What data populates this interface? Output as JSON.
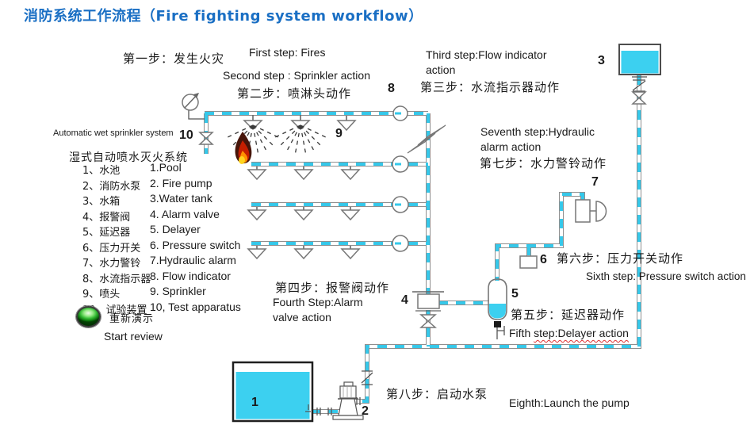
{
  "title": "消防系统工作流程（Fire fighting system workflow）",
  "colors": {
    "accent_blue": "#1a6fc4",
    "water_cyan": "#3cd0f0",
    "pipe_gray": "#8f8f8f"
  },
  "steps": {
    "s1_cn": "第一步：发生火灾",
    "s1_en": "First step: Fires",
    "s2_en": "Second step : Sprinkler action",
    "s2_cn": "第二步：喷淋头动作",
    "s3_en": "Third step:Flow indicator action",
    "s3_cn": "第三步：水流指示器动作",
    "s4_cn": "第四步：报警阀动作",
    "s4_en": "Fourth Step:Alarm valve action",
    "s5_cn": "第五步：延迟器动作",
    "s5_en_plain": "Fifth ",
    "s5_en_underlined": "step:Delayer action",
    "s6_cn": "第六步：压力开关动作",
    "s6_en": "Sixth step: Pressure switch action",
    "s7_en": "Seventh step:Hydraulic alarm action",
    "s7_cn": "第七步：水力警铃动作",
    "s8_cn": "第八步：启动水泵",
    "s8_en": "Eighth:Launch the pump"
  },
  "legend": {
    "system_en": "Automatic wet sprinkler system",
    "system_cn": "湿式自动喷水灭火系统",
    "items_cn": [
      "1、水池",
      "2、消防水泵",
      "3、水箱",
      "4、报警阀",
      "5、延迟器",
      "6、压力开关",
      "7、水力警铃",
      "8、水流指示器",
      "9、喷头",
      "10、试验装置"
    ],
    "items_en": [
      "1.Pool",
      "2. Fire pump",
      "3.Water tank",
      "4. Alarm valve",
      "5. Delayer",
      "6. Pressure switch",
      "7.Hydraulic alarm",
      "8. Flow indicator",
      "9. Sprinkler",
      "10, Test apparatus"
    ],
    "restart_cn": "重新演示",
    "restart_en": "Start review"
  },
  "component_labels": {
    "n1": "1",
    "n2": "2",
    "n3": "3",
    "n4": "4",
    "n5": "5",
    "n6": "6",
    "n7": "7",
    "n8": "8",
    "n9": "9",
    "n10": "10"
  }
}
